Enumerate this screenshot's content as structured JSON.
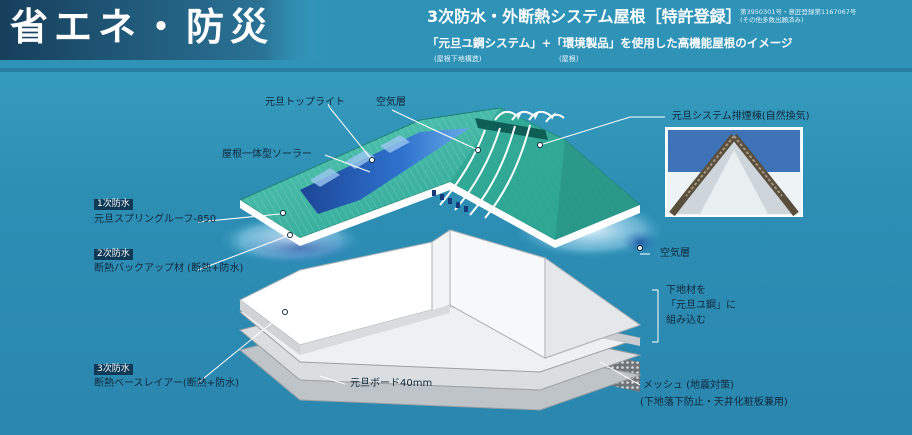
{
  "header": {
    "title": "省エネ・防災",
    "headline": "3次防水・外断熱システム屋根［特許登録］",
    "registration_line1": "第3950301号・意匠登録第1167067号",
    "registration_line2": "(その他多数出願済み)",
    "subtitle": "「元旦ユ鋼システム」+「環境製品」を使用した高機能屋根のイメージ",
    "subnote_left": "(屋根下地構造)",
    "subnote_right": "(屋根)"
  },
  "labels": {
    "top_light": "元旦トップライト",
    "air_layer_top": "空気層",
    "solar_roof": "屋根一体型ソーラー",
    "exhaust_ridge": "元旦システム排煙棟(自然換気)",
    "air_layer_right": "空気層",
    "primary_tag": "1次防水",
    "primary_text": "元旦スプリングルーフ-850",
    "secondary_tag": "2次防水",
    "secondary_text": "断熱バックアップ材 (断熱+防水)",
    "substrate_line1": "下地材を",
    "substrate_line2": "「元旦ユ鋼」に",
    "substrate_line3": "組み込む",
    "tertiary_tag": "3次防水",
    "tertiary_text": "断熱ベースレイアー(断熱+防水)",
    "board": "元旦ボード40mm",
    "mesh_line1": "メッシュ (地震対策)",
    "mesh_line2": "(下地落下防止・天井化粧板兼用)"
  },
  "colors": {
    "background": "#3aa3c4",
    "banner": "#1a4e6e",
    "roof_green": "#3fb6a6",
    "glass_blue": "#1f4fa8",
    "white_layer": "#ffffff",
    "grey_layer": "#cfd3d6",
    "mesh": "#8a8f93"
  }
}
